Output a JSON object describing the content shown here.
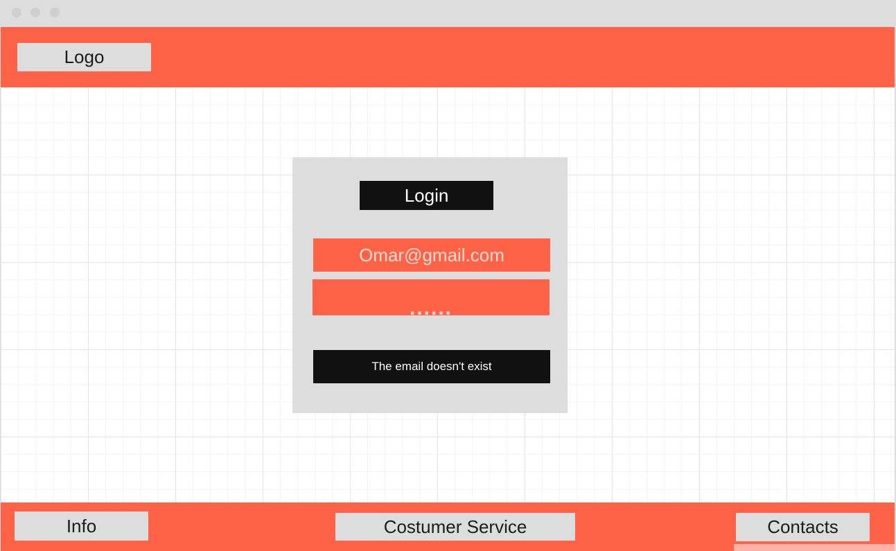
{
  "colors": {
    "accent": "#ff6347",
    "panel": "#dddddd",
    "dark": "#111111"
  },
  "header": {
    "logo_label": "Logo"
  },
  "login": {
    "title": "Login",
    "email_value": "Omar@gmail.com",
    "password_mask": "......",
    "error_message": "The email doesn't exist"
  },
  "footer": {
    "info_label": "Info",
    "service_label": "Costumer Service",
    "contacts_label": "Contacts"
  }
}
